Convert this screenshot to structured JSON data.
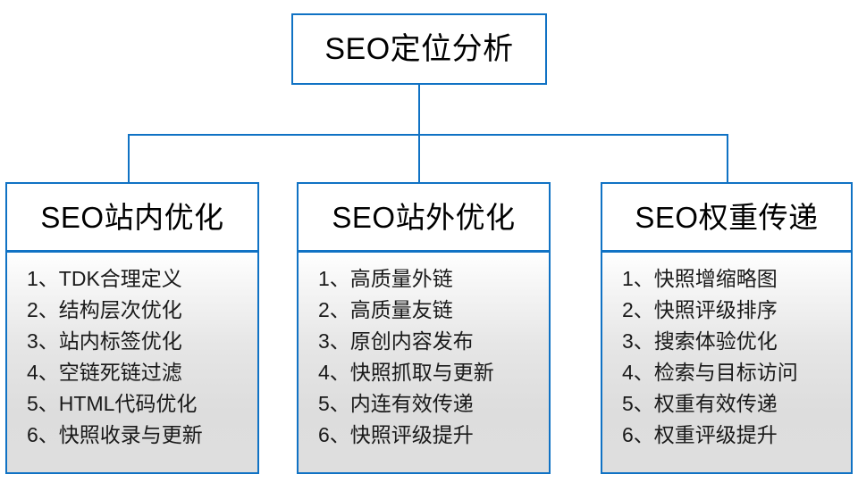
{
  "diagram": {
    "type": "org-tree",
    "root": {
      "label": "SEO定位分析"
    },
    "branches": [
      {
        "header": "SEO站内优化",
        "items": [
          "1、TDK合理定义",
          "2、结构层次优化",
          "3、站内标签优化",
          "4、空链死链过滤",
          "5、HTML代码优化",
          "6、快照收录与更新"
        ]
      },
      {
        "header": "SEO站外优化",
        "items": [
          "1、高质量外链",
          "2、高质量友链",
          "3、原创内容发布",
          "4、快照抓取与更新",
          "5、内连有效传递",
          "6、快照评级提升"
        ]
      },
      {
        "header": "SEO权重传递",
        "items": [
          "1、快照增缩略图",
          "2、快照评级排序",
          "3、搜索体验优化",
          "4、检索与目标访问",
          "5、权重有效传递",
          "6、权重评级提升"
        ]
      }
    ],
    "colors": {
      "border": "#1072c4",
      "connector": "#1072c4",
      "node_background": "#ffffff",
      "body_background_top": "#ffffff",
      "body_background_bottom": "#dedede",
      "text": "#000000"
    }
  }
}
